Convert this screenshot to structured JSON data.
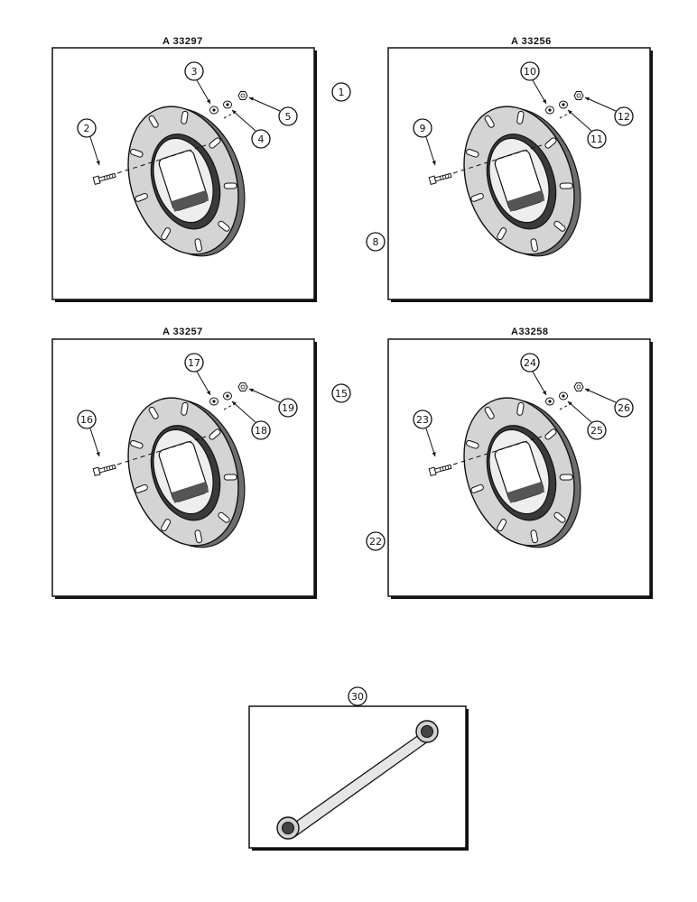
{
  "panels": [
    {
      "title": "A 33297",
      "group_callout": "1",
      "callouts": {
        "bolt": "2",
        "washer1": "3",
        "washer2": "4",
        "nut": "5"
      }
    },
    {
      "title": "A 33256",
      "group_callout": "8",
      "callouts": {
        "bolt": "9",
        "washer1": "10",
        "washer2": "11",
        "nut": "12"
      }
    },
    {
      "title": "A 33257",
      "group_callout": "15",
      "callouts": {
        "bolt": "16",
        "washer1": "17",
        "washer2": "18",
        "nut": "19"
      }
    },
    {
      "title": "A33258",
      "group_callout": "22",
      "callouts": {
        "bolt": "23",
        "washer1": "24",
        "washer2": "25",
        "nut": "26"
      }
    }
  ],
  "wrench": {
    "callout": "30"
  }
}
